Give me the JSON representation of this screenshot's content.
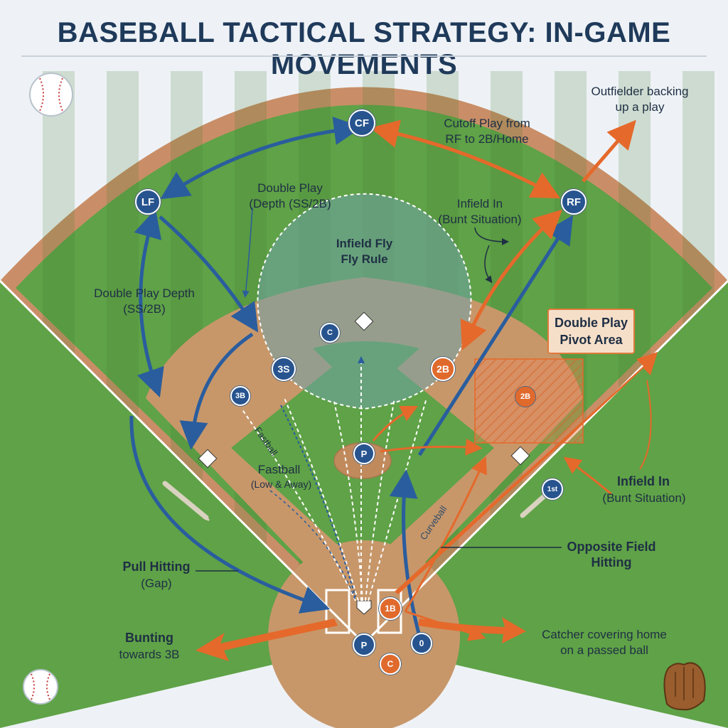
{
  "title": "BASEBALL TACTICAL STRATEGY: IN-GAME MOVEMENTS",
  "colors": {
    "grass": "#5fa247",
    "grass_dark": "#559540",
    "dirt": "#c7976a",
    "accent_blue": "#2a5d9e",
    "accent_orange": "#e5692b",
    "text": "#1f2f44"
  },
  "players": {
    "cf": "CF",
    "lf": "LF",
    "rf": "RF",
    "ss_marker": "3S",
    "b3_marker": "3B",
    "c_marker": "C",
    "b2_marker": "2B",
    "b2_area_marker": "2B",
    "pitcher": "P",
    "first_marker": "1st",
    "b1_marker": "1B",
    "p_home": "P",
    "zero_marker": "0",
    "catcher": "C"
  },
  "labels": {
    "outfielder_backing": "Outfielder backing\nup a play",
    "cutoff": "Cutoff Play from\nRF to 2B/Home",
    "double_play_depth_top": "Double Play\n(Depth (SS/2B)",
    "infield_in_top": "Infield In\n(Bunt Situation)",
    "infield_fly": "Infield Fly\nFly Rule",
    "double_play_depth_left": "Double Play Depth\n(SS/2B)",
    "double_play_pivot": "Double Play\nPivot Area",
    "fastball_vertical": "Fastball",
    "fastball_low": "Fastball",
    "fastball_low_sub": "(Low & Away)",
    "curveball": "Curveball",
    "infield_in_right": "Infield In",
    "infield_in_right_sub": "(Bunt Situation)",
    "opposite_field": "Opposite Field\nHitting",
    "pull_hitting": "Pull Hitting",
    "pull_hitting_sub": "(Gap)",
    "bunting": "Bunting",
    "bunting_sub": "towards 3B",
    "catcher_covering": "Catcher covering home\non a passed ball"
  },
  "icons": {
    "baseball_top": "baseball-icon",
    "baseball_bottom": "baseball-icon",
    "glove": "glove-icon",
    "bat_left": "bat-icon",
    "bat_right": "bat-icon"
  }
}
